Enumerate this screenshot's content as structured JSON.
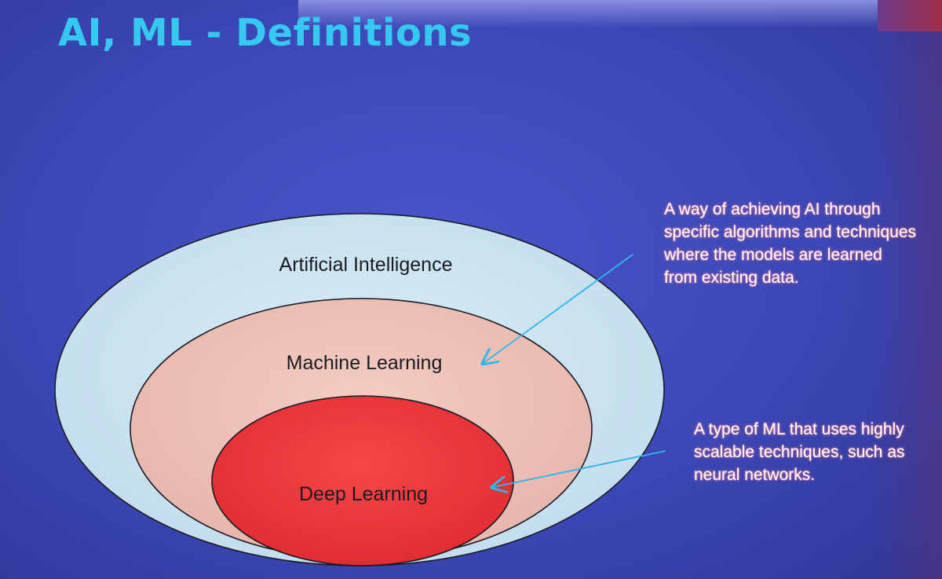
{
  "slide": {
    "title": "AI, ML - Definitions"
  },
  "diagram": {
    "rings": [
      {
        "label": "Artificial Intelligence",
        "fill": "#cde6f2"
      },
      {
        "label": "Machine Learning",
        "fill": "#eec2b8"
      },
      {
        "label": "Deep Learning",
        "fill": "#f0383a"
      }
    ],
    "annotations": {
      "machine_learning": {
        "lines": [
          "A way of achieving AI through",
          "specific algorithms and techniques",
          "where the models are learned",
          "from existing data."
        ]
      },
      "deep_learning": {
        "lines": [
          "A type of ML that uses highly",
          "scalable techniques, such as",
          "neural networks."
        ]
      }
    },
    "arrow_color": "#2fb6e8"
  }
}
